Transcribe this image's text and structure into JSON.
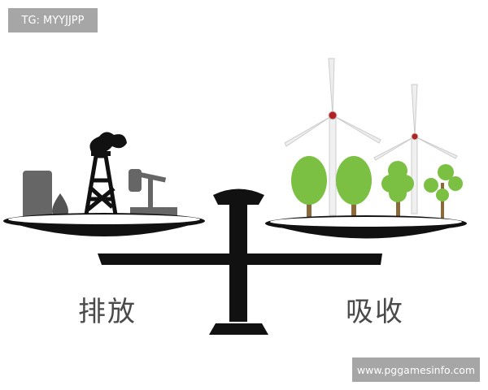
{
  "watermarks": {
    "top_left": "TG: MYYJJPP",
    "bottom_right": "www.pggamesinfo.com"
  },
  "labels": {
    "left": "排放",
    "right": "吸收"
  },
  "colors": {
    "scale": "#111111",
    "industry": "#666666",
    "tree": "#7bc043",
    "trunk": "#8a6a3a",
    "turbine": "#e8e8e8",
    "turbine_hub": "#b22222"
  }
}
